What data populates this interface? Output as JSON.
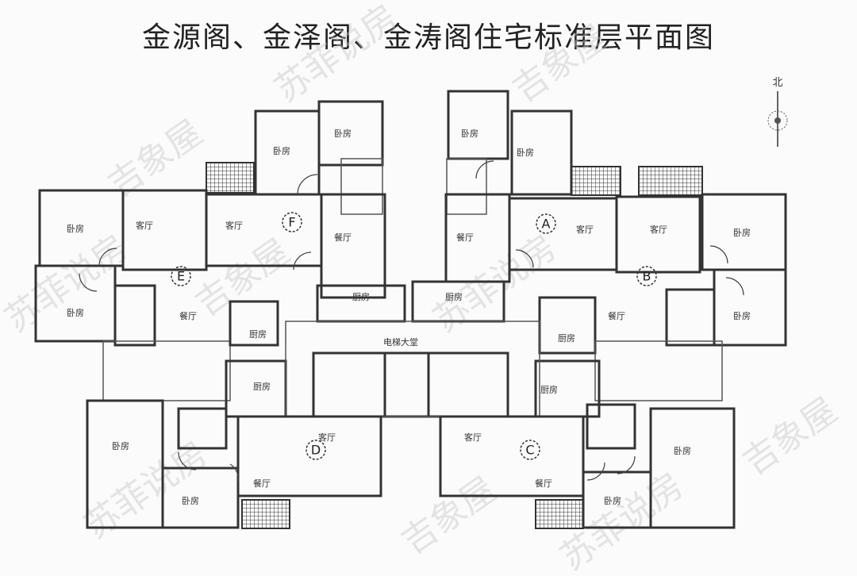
{
  "title": "金源阁、金泽阁、金涛阁住宅标准层平面图",
  "compass": {
    "label": "北",
    "icon": "north-compass-icon"
  },
  "units": {
    "A": {
      "label": "A",
      "rooms": [
        "卧房",
        "卧房",
        "餐厅",
        "客厅",
        "厨房"
      ]
    },
    "B": {
      "label": "B",
      "rooms": [
        "客厅",
        "卧房",
        "餐厅",
        "卧房",
        "厨房"
      ]
    },
    "C": {
      "label": "C",
      "rooms": [
        "厨房",
        "客厅",
        "餐厅",
        "卧房",
        "卧房"
      ]
    },
    "D": {
      "label": "D",
      "rooms": [
        "厨房",
        "卧房",
        "客厅",
        "餐厅",
        "卧房"
      ]
    },
    "E": {
      "label": "E",
      "rooms": [
        "卧房",
        "客厅",
        "卧房",
        "餐厅",
        "厨房"
      ]
    },
    "F": {
      "label": "F",
      "rooms": [
        "卧房",
        "卧房",
        "客厅",
        "餐厅",
        "厨房"
      ]
    }
  },
  "lobby": "电梯大堂",
  "watermarks": [
    "吉象屋",
    "苏菲说房"
  ]
}
